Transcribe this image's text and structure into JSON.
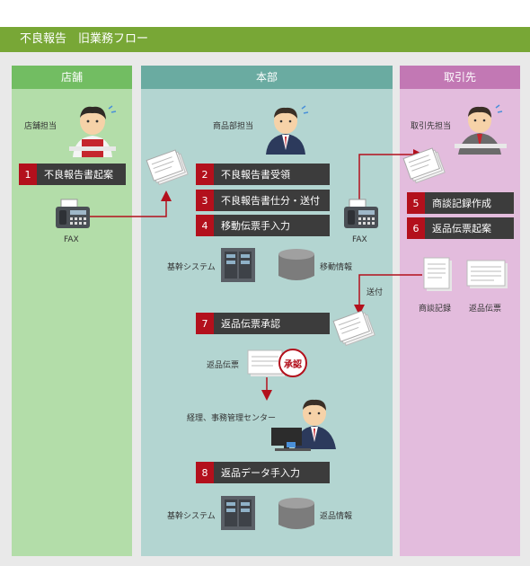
{
  "title": "不良報告　旧業務フロー",
  "lanes": [
    {
      "name": "店舗",
      "color": "#72bd62",
      "body": "#b3dda9"
    },
    {
      "name": "本部",
      "color": "#6aaba1",
      "body": "#b3d5d1"
    },
    {
      "name": "取引先",
      "color": "#c278b4",
      "body": "#e3bcdd"
    }
  ],
  "actors": {
    "store": "店舗担当",
    "hq": "商品部担当",
    "partner": "取引先担当",
    "accounting": "経理、事務管理センター"
  },
  "steps": [
    {
      "num": "1",
      "label": "不良報告書起案"
    },
    {
      "num": "2",
      "label": "不良報告書受領"
    },
    {
      "num": "3",
      "label": "不良報告書仕分・送付"
    },
    {
      "num": "4",
      "label": "移動伝票手入力"
    },
    {
      "num": "5",
      "label": "商談記録作成"
    },
    {
      "num": "6",
      "label": "返品伝票起案"
    },
    {
      "num": "7",
      "label": "返品伝票承認"
    },
    {
      "num": "8",
      "label": "返品データ手入力"
    }
  ],
  "labels": {
    "fax1": "FAX",
    "fax2": "FAX",
    "core_system1": "基幹システム",
    "move_info": "移動情報",
    "send": "送付",
    "meeting_record": "商談記録",
    "return_slip_partner": "返品伝票",
    "return_slip": "返品伝票",
    "approval_stamp": "承認",
    "core_system2": "基幹システム",
    "return_info": "返品情報"
  },
  "colors": {
    "title_bar": "#78a736",
    "step_bg": "#3c3c3c",
    "step_num": "#b3101c",
    "arrow": "#b3101c"
  }
}
